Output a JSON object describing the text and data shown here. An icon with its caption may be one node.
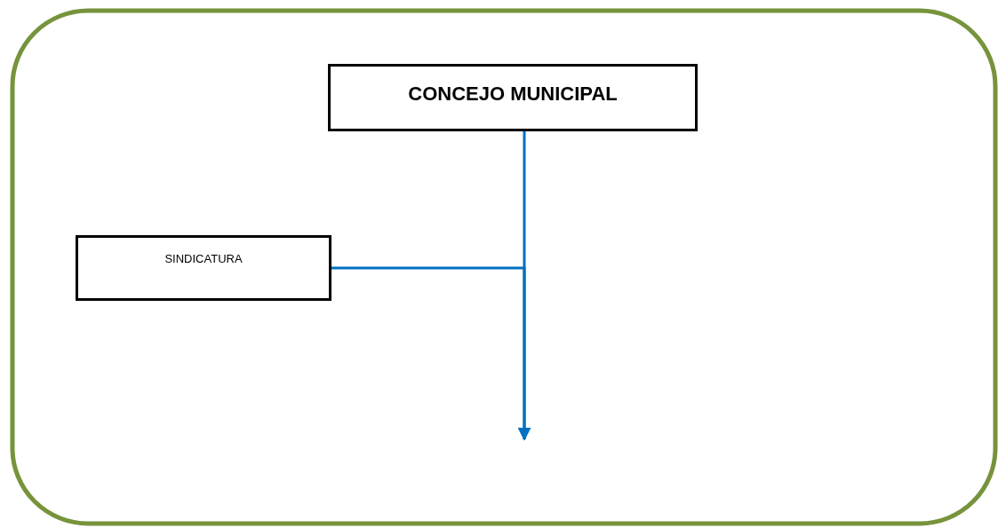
{
  "diagram": {
    "nodes": [
      {
        "text": [
          "CONCEJO MUNICIPAL"
        ]
      },
      {
        "text": [
          "SINDICATURA"
        ]
      }
    ],
    "edges": [
      {
        "from": 0,
        "to": null,
        "arrow": "to"
      },
      {
        "from": 1,
        "to": null,
        "arrow": "to"
      }
    ]
  }
}
